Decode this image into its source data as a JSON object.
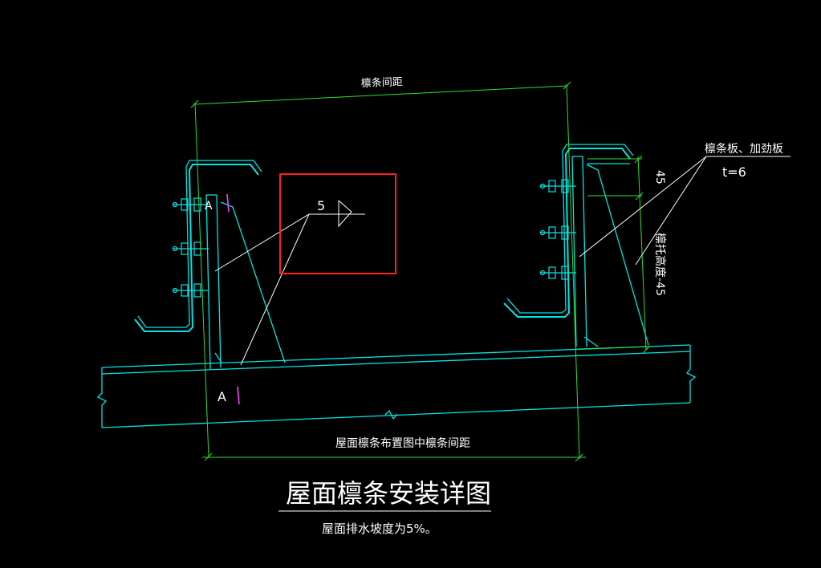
{
  "colors": {
    "background": "#000000",
    "steel": "#00e5e5",
    "dimension": "#2de02d",
    "text": "#ffffff",
    "highlight_box": "#ff2020",
    "section_mark": "#ff40ff"
  },
  "labels": {
    "top_dimension": "檩条间距",
    "bottom_dimension": "屋面檩条布置图中檩条间距",
    "right_callout_line1": "檩条板、加劲板",
    "right_callout_line2": "t=6",
    "vertical_dim_small": "45",
    "vertical_dim_height": "檩托高度-45",
    "weld_size": "5",
    "section_mark_top": "A",
    "section_mark_bottom": "A",
    "title": "屋面檩条安装详图",
    "subtitle": "屋面排水坡度为5%。"
  }
}
